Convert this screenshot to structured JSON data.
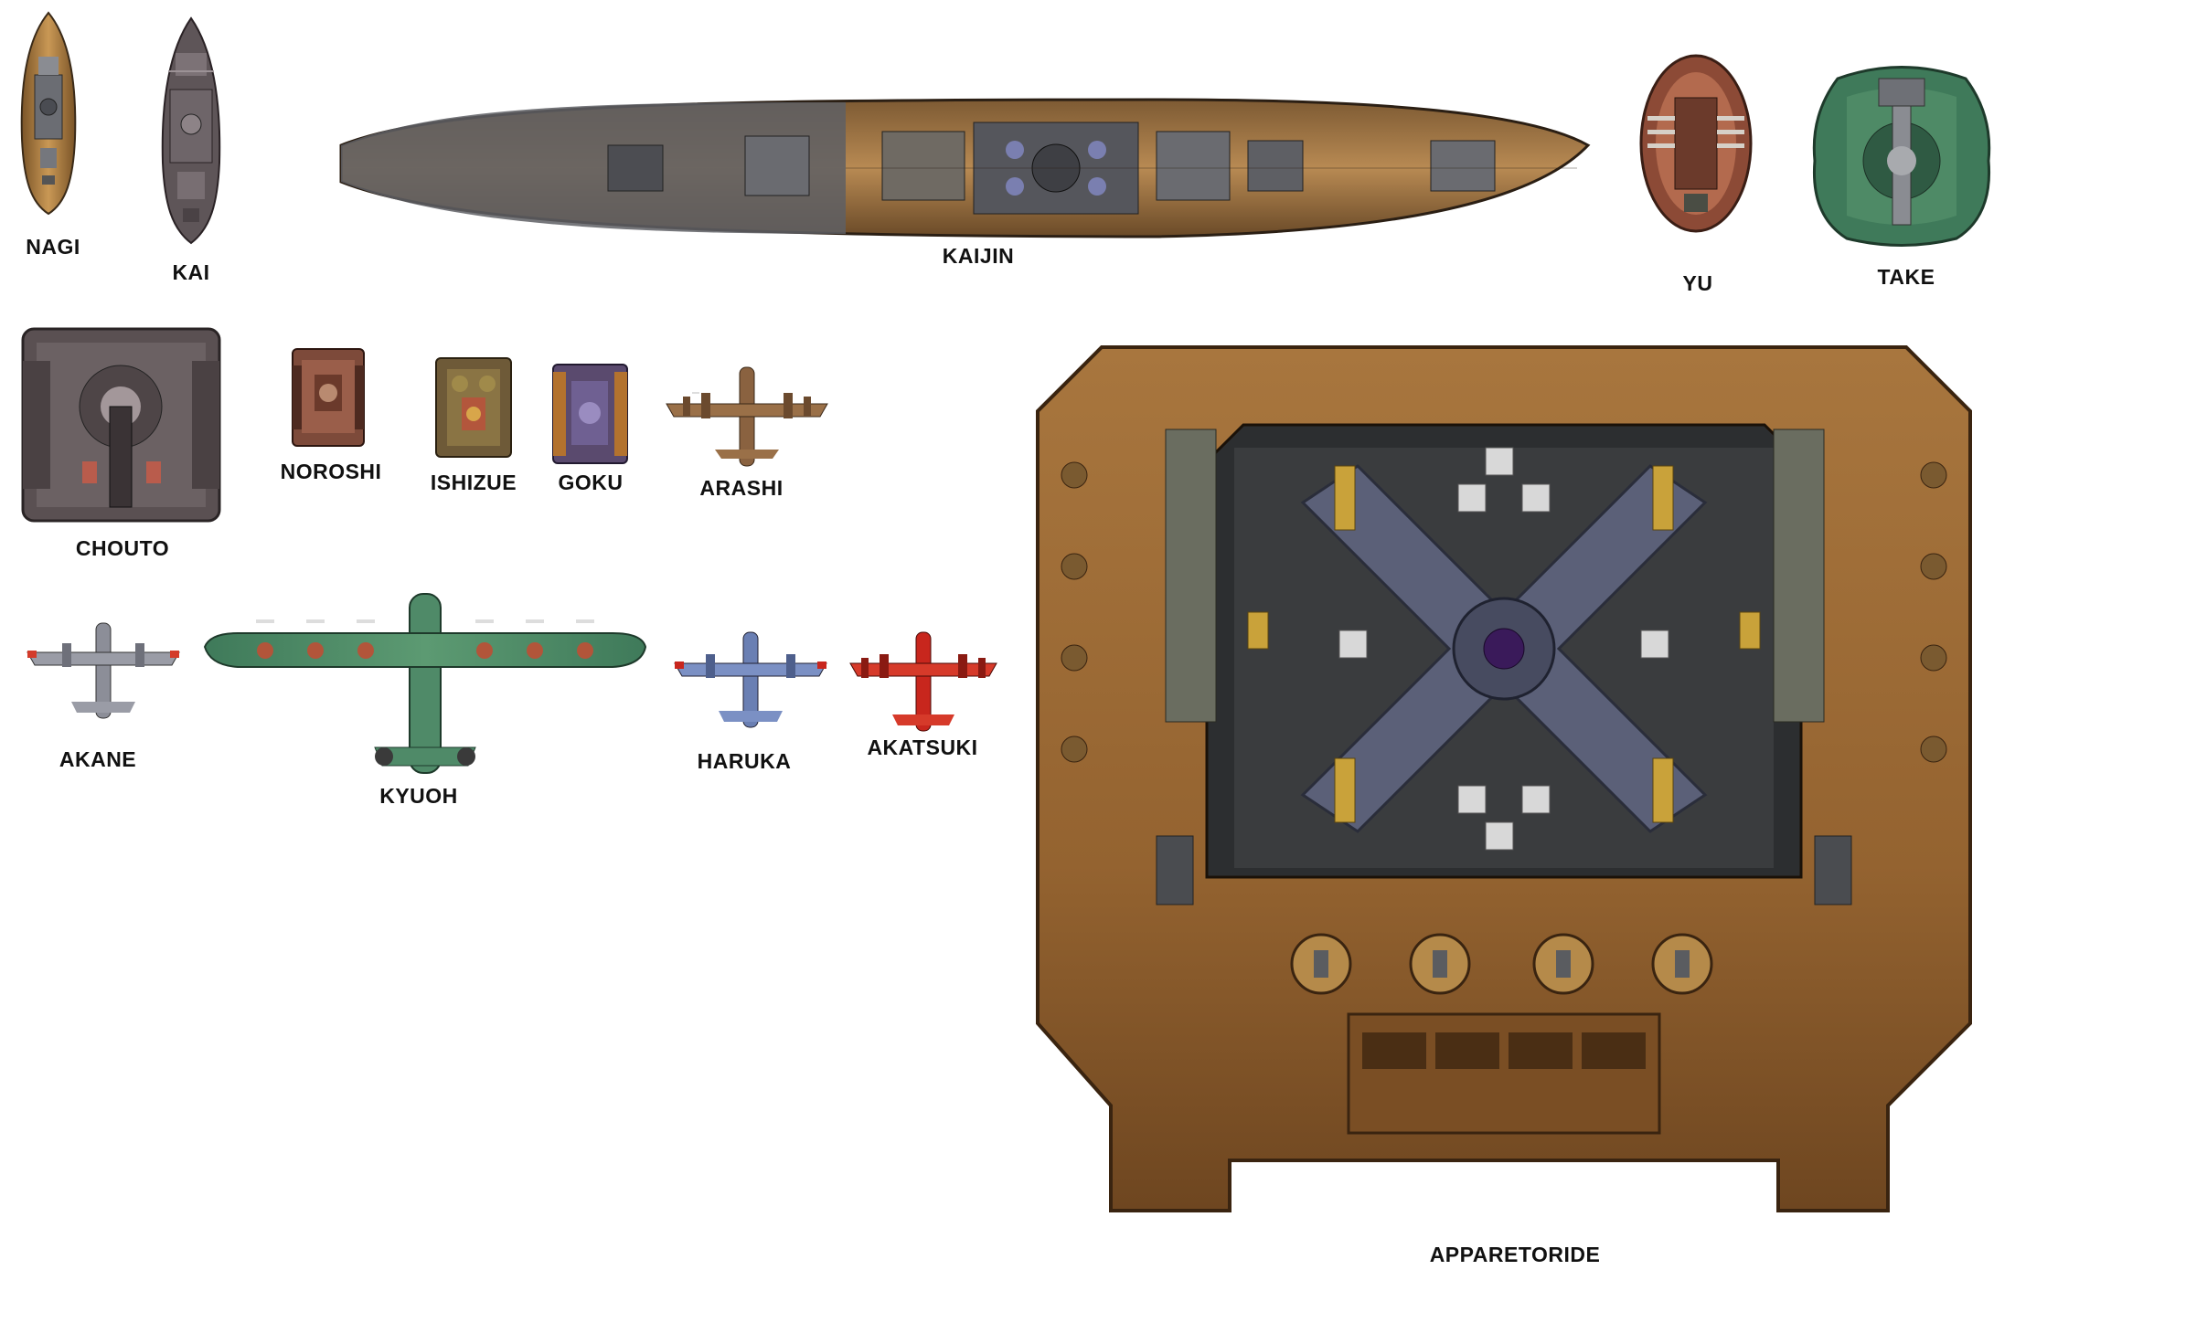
{
  "labels": {
    "nagi": "NAGI",
    "kai": "KAI",
    "kaijin": "KAIJIN",
    "yu": "YU",
    "take": "TAKE",
    "chouto": "CHOUTO",
    "noroshi": "NOROSHI",
    "ishizue": "ISHIZUE",
    "goku": "GOKU",
    "arashi": "ARASHI",
    "akane": "AKANE",
    "kyuoh": "KYUOH",
    "haruka": "HARUKA",
    "akatsuki": "AKATSUKI",
    "apparetoride": "APPARETORIDE"
  },
  "colors": {
    "background": "#ffffff",
    "label_text": "#111111",
    "deck_tan": "#b98a4e",
    "hull_gray": "#5b5e66",
    "rust_red": "#8c4a36",
    "camo_green": "#3f7a5a",
    "steel_blue": "#6a7fb3",
    "plane_red": "#c8261d",
    "gold": "#c9a23a",
    "fortress_brown": "#9a6a34"
  },
  "icons": {
    "battleship": "battleship-sprite",
    "hovercraft": "hovercraft-sprite",
    "tank": "tank-sprite",
    "plane": "plane-sprite",
    "fortress": "fortress-sprite"
  }
}
